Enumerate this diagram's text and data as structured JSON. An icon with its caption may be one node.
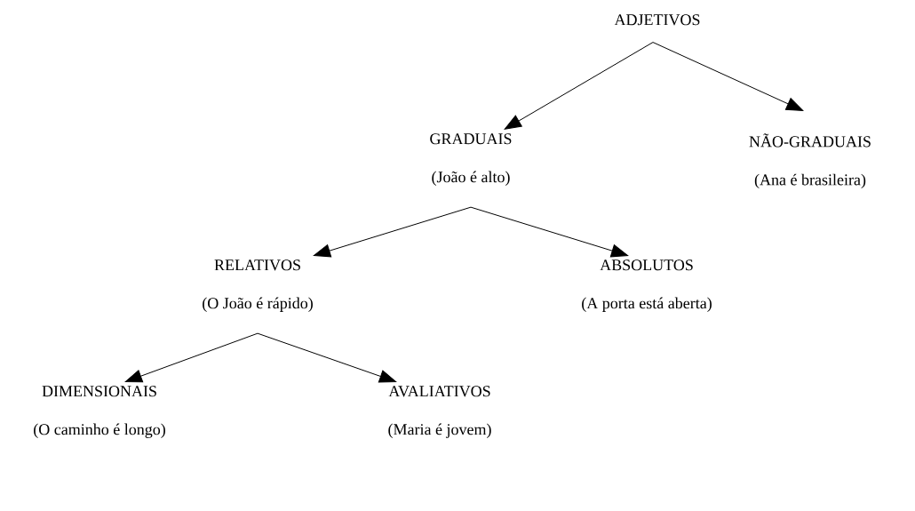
{
  "diagram": {
    "nodes": [
      {
        "text": [
          "ADJETIVOS"
        ]
      },
      {
        "text": [
          "GRADUAIS",
          "(João é alto)"
        ]
      },
      {
        "text": [
          "NÃO-GRADUAIS",
          "(Ana é brasileira)"
        ]
      },
      {
        "text": [
          "RELATIVOS",
          "(O João é rápido)"
        ]
      },
      {
        "text": [
          "ABSOLUTOS",
          "(A porta está aberta)"
        ]
      },
      {
        "text": [
          "DIMENSIONAIS",
          "(O caminho é longo)"
        ]
      },
      {
        "text": [
          "AVALIATIVOS",
          "(Maria é jovem)"
        ]
      }
    ],
    "edges": [
      {
        "from": 0,
        "to": 1,
        "arrow": "to"
      },
      {
        "from": 0,
        "to": 2,
        "arrow": "to"
      },
      {
        "from": 1,
        "to": 3,
        "arrow": "to"
      },
      {
        "from": 1,
        "to": 4,
        "arrow": "to"
      },
      {
        "from": 3,
        "to": 5,
        "arrow": "to"
      },
      {
        "from": 3,
        "to": 6,
        "arrow": "to"
      }
    ]
  }
}
